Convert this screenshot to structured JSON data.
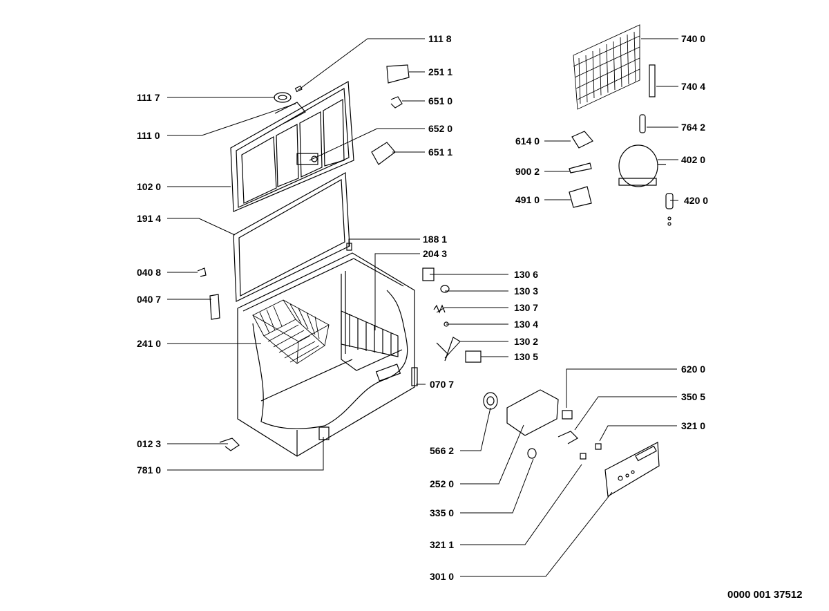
{
  "labels": {
    "l1118": "111 8",
    "l2511": "251 1",
    "l6510": "651 0",
    "l6520": "652 0",
    "l6511": "651 1",
    "l1117": "111 7",
    "l1110": "111 0",
    "l1020": "102 0",
    "l1914": "191 4",
    "l0408": "040 8",
    "l0407": "040 7",
    "l2410": "241 0",
    "l0123": "012 3",
    "l7810": "781 0",
    "l1881": "188 1",
    "l2043": "204 3",
    "l1306": "130 6",
    "l1303": "130 3",
    "l1307": "130 7",
    "l1304": "130 4",
    "l1302": "130 2",
    "l1305": "130 5",
    "l0707": "070 7",
    "l7400": "740 0",
    "l7404": "740 4",
    "l7642": "764 2",
    "l6140": "614 0",
    "l4020": "402 0",
    "l9002": "900 2",
    "l4910": "491 0",
    "l4200": "420 0",
    "l6200": "620 0",
    "l3505": "350 5",
    "l3210": "321 0",
    "l5662": "566 2",
    "l2520": "252 0",
    "l3350": "335 0",
    "l3211": "321 1",
    "l3010": "301 0"
  },
  "drawing_code": "0000 001 37512"
}
